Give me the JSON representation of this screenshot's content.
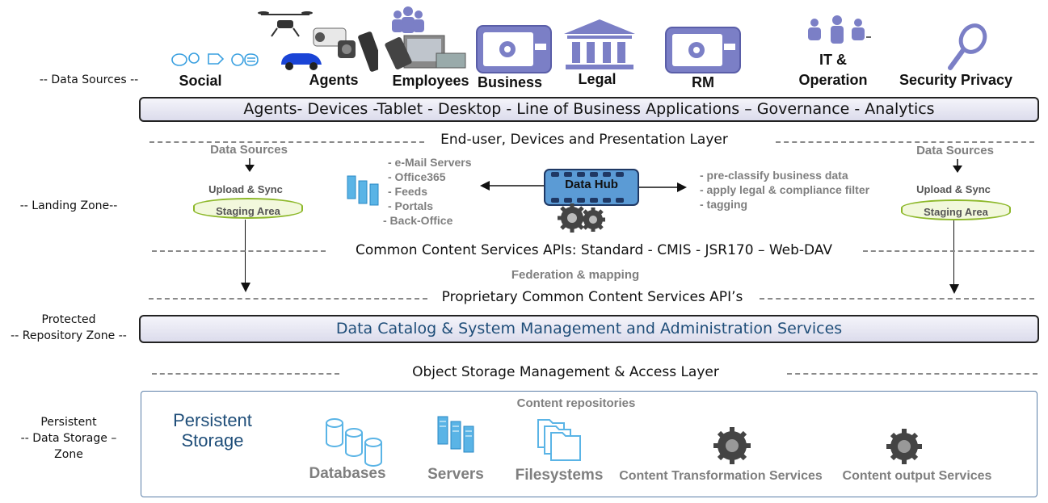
{
  "zones": {
    "data_sources": "-- Data Sources --",
    "landing": "-- Landing Zone--",
    "protected": [
      "Protected",
      "-- Repository Zone --"
    ],
    "persistent": [
      "Persistent",
      "-- Data Storage –",
      "Zone"
    ]
  },
  "sources": {
    "social": "Social",
    "agents": "Agents",
    "employees": "Employees",
    "business": "Business",
    "legal": "Legal",
    "rm": "RM",
    "it_operation": [
      "IT &",
      "Operation"
    ],
    "security_privacy": "Security Privacy"
  },
  "top_bar": "Agents- Devices -Tablet - Desktop - Line of Business Applications – Governance - Analytics",
  "layers": {
    "presentation": "End-user, Devices and Presentation Layer",
    "common_api": "Common Content Services APIs: Standard - CMIS - JSR170 – Web-DAV",
    "federation": "Federation & mapping",
    "proprietary_api": "Proprietary Common Content Services API’s",
    "object_storage": "Object Storage Management & Access Layer"
  },
  "landing": {
    "left_title": "Data Sources",
    "right_title": "Data Sources",
    "upload_sync": "Upload & Sync",
    "staging_area": "Staging Area",
    "data_hub": "Data Hub",
    "left_list": [
      "- e-Mail Servers",
      "- Office365",
      "- Feeds",
      "- Portals",
      "- Back-Office"
    ],
    "right_list": [
      "- pre-classify business data",
      "- apply legal & compliance filter",
      "- tagging"
    ]
  },
  "catalog_bar": "Data Catalog & System Management and Administration Services",
  "persistent": {
    "title": [
      "Persistent",
      "Storage"
    ],
    "content_repositories": "Content repositories",
    "databases": "Databases",
    "servers": "Servers",
    "filesystems": "Filesystems",
    "transformation": "Content Transformation Services",
    "output": "Content output Services"
  },
  "colors": {
    "accent_purple": "#7b7fc6",
    "staging_green": "#8db82a",
    "hub_blue": "#5b9bd5",
    "storage_blue": "#1f4e79",
    "icon_blue": "#5ab4e6"
  }
}
